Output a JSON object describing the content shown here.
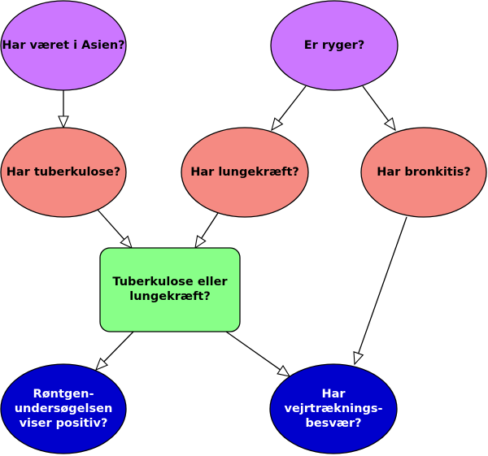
{
  "colors": {
    "purple": "#cc77ff",
    "salmon": "#f58a82",
    "green": "#88ff88",
    "blue": "#0000cc",
    "stroke": "#000000",
    "dark_text": "#000000",
    "light_text": "#ffffff"
  },
  "nodes": {
    "asia": {
      "lines": [
        "Har været i Asien?"
      ]
    },
    "smoker": {
      "lines": [
        "Er ryger?"
      ]
    },
    "tuberculosis": {
      "lines": [
        "Har tuberkulose?"
      ]
    },
    "lung_cancer": {
      "lines": [
        "Har lungekræft?"
      ]
    },
    "bronchitis": {
      "lines": [
        "Har bronkitis?"
      ]
    },
    "tb_or_cancer": {
      "lines": [
        "Tuberkulose eller",
        "lungekræft?"
      ]
    },
    "xray": {
      "lines": [
        "Røntgen-",
        "undersøgelsen",
        "viser positiv?"
      ]
    },
    "dyspnea": {
      "lines": [
        "Har",
        "vejrtræknings-",
        "besvær?"
      ]
    }
  },
  "edges": [
    {
      "from": "asia",
      "to": "tuberculosis"
    },
    {
      "from": "smoker",
      "to": "lung_cancer"
    },
    {
      "from": "smoker",
      "to": "bronchitis"
    },
    {
      "from": "tuberculosis",
      "to": "tb_or_cancer"
    },
    {
      "from": "lung_cancer",
      "to": "tb_or_cancer"
    },
    {
      "from": "tb_or_cancer",
      "to": "xray"
    },
    {
      "from": "tb_or_cancer",
      "to": "dyspnea"
    },
    {
      "from": "bronchitis",
      "to": "dyspnea"
    }
  ]
}
